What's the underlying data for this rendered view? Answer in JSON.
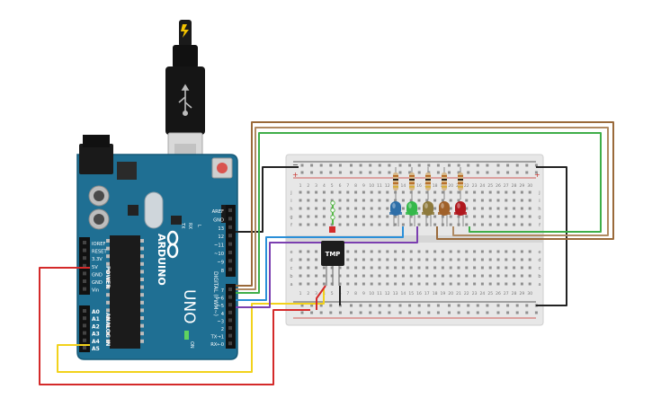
{
  "arduino": {
    "brand": "ARDUINO",
    "model": "UNO",
    "reset_label": "RESET",
    "on_label": "ON",
    "tx_label": "TX",
    "rx_label": "RX",
    "l_label": "L",
    "power_section_label": "POWER",
    "analog_section_label": "ANALOG IN",
    "digital_section_label": "DIGITAL (PWM~)",
    "power_pins": [
      "IOREF",
      "RESET",
      "3.3V",
      "5V",
      "GND",
      "GND",
      "Vin"
    ],
    "analog_pins": [
      "A0",
      "A1",
      "A2",
      "A3",
      "A4",
      "A5"
    ],
    "digital_pins_top": [
      "AREF",
      "GND",
      "13",
      "12",
      "~11",
      "~10",
      "~9",
      "8"
    ],
    "digital_pins_bottom": [
      "7",
      "~6",
      "~5",
      "4",
      "~3",
      "2",
      "TX→1",
      "RX←0"
    ]
  },
  "breadboard": {
    "row_letters_top": [
      "j",
      "i",
      "h",
      "g",
      "f"
    ],
    "row_letters_bottom": [
      "e",
      "d",
      "c",
      "b",
      "a"
    ],
    "column_numbers": [
      "1",
      "2",
      "3",
      "4",
      "5",
      "6",
      "7",
      "8",
      "9",
      "10",
      "11",
      "12",
      "13",
      "14",
      "15",
      "16",
      "17",
      "18",
      "19",
      "20",
      "21",
      "22",
      "23",
      "24",
      "25",
      "26",
      "27",
      "28",
      "29",
      "30"
    ],
    "rail_plus": "+",
    "rail_minus": "−"
  },
  "sensor": {
    "label": "TMP"
  },
  "leds": {
    "colors": [
      "#2e6fa8",
      "#35b84a",
      "#8e7a3c",
      "#a0612a",
      "#b0181e"
    ]
  },
  "wire_colors": {
    "black": "#222222",
    "red": "#d42a2a",
    "yellow": "#f2d21b",
    "blue": "#2a8fd8",
    "purple": "#7b3fb0",
    "green": "#3fae49",
    "brown": "#9a6a3a",
    "tan": "#b08a62"
  },
  "board_color": "#1f6f93"
}
